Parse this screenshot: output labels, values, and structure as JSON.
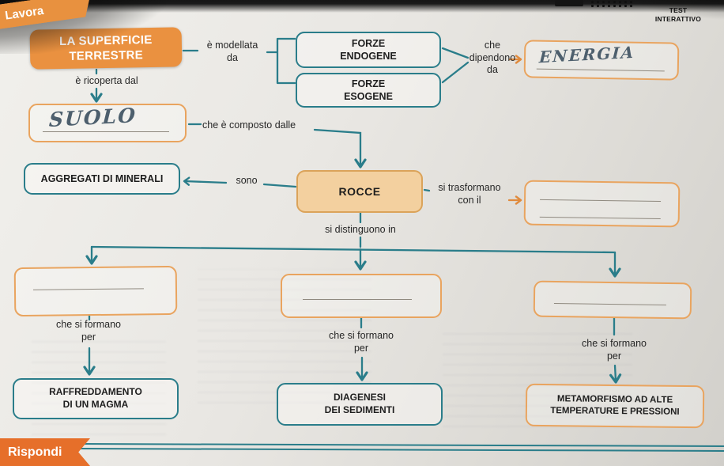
{
  "page": {
    "corner_banner_label": "Lavora",
    "test_badge": {
      "line1": "TEST",
      "line2": "INTERATTIVO"
    },
    "rispondi_label": "Rispondi"
  },
  "map": {
    "title": "LA SUPERFICIE\nTERRESTRE",
    "connector_labels": {
      "modellata": "è modellata\nda",
      "dipendono": "che\ndipendono\nda",
      "ricoperta": "è ricoperta dal",
      "composto": "che è composto dalle",
      "sono": "sono",
      "trasformano": "si trasformano\ncon il",
      "distinguono": "si distinguono in",
      "formano_left": "che si formano\nper",
      "formano_mid": "che si formano\nper",
      "formano_right": "che si formano\nper"
    },
    "boxes": {
      "forze_endogene": "FORZE\nENDOGENE",
      "forze_esogene": "FORZE\nESOGENE",
      "aggregati_minerali": "AGGREGATI DI MINERALI",
      "rocce": "ROCCE",
      "raffreddamento": "RAFFREDDAMENTO\nDI UN MAGMA",
      "diagenesi": "DIAGENESI\nDEI SEDIMENTI",
      "metamorfismo": "METAMORFISMO AD ALTE\nTEMPERATURE E PRESSIONI"
    },
    "handwritten": {
      "suolo": "SUOLO",
      "energia": "ENERGIA"
    }
  },
  "colors": {
    "teal": "#2a7d8a",
    "orange_title": "#ea9140",
    "orange_blank_border": "#e9a45f",
    "rocce_fill": "#f3d09f",
    "ribbon_orange": "#e66f2a",
    "handwriting_ink": "#4d5f6d"
  }
}
